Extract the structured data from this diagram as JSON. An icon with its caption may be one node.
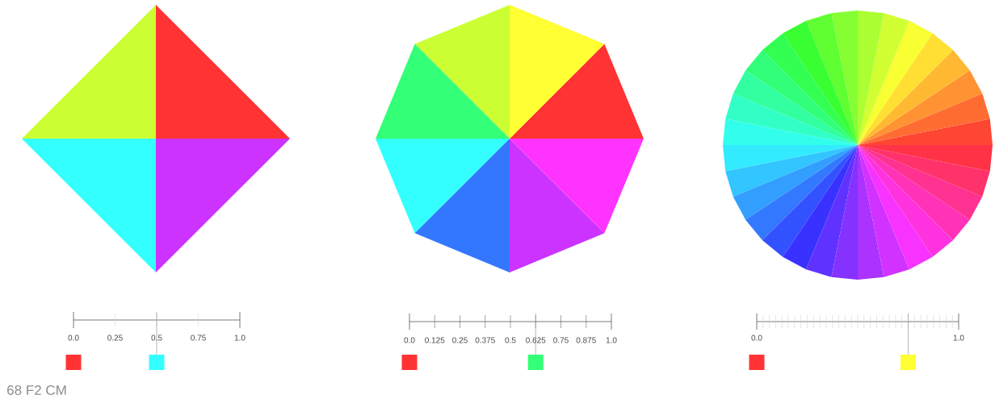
{
  "diagram": {
    "nodes": [
      {
        "text": [],
        "shape": "bar"
      },
      {
        "text": [],
        "shape": "box"
      },
      {
        "text": [],
        "shape": "box"
      },
      {
        "text": [],
        "shape": "bar"
      },
      {
        "text": [],
        "shape": "box"
      },
      {
        "text": [],
        "shape": "box"
      },
      {
        "text": [],
        "shape": "bar"
      },
      {
        "text": [],
        "shape": "box"
      },
      {
        "text": [],
        "shape": "box"
      }
    ],
    "edges": [
      {
        "from": 2,
        "to": 0,
        "arrow": "none"
      },
      {
        "from": 5,
        "to": 3,
        "arrow": "none"
      },
      {
        "from": 8,
        "to": 6,
        "arrow": "none"
      }
    ],
    "labels": [
      "0.0",
      "0.25",
      "0.5",
      "0.75",
      "1.0",
      "0.0",
      "0.125",
      "0.25",
      "0.375",
      "0.5",
      "0.625",
      "0.75",
      "0.875",
      "1.0",
      "0.0",
      "1.0",
      "68 F2 CM"
    ]
  }
}
